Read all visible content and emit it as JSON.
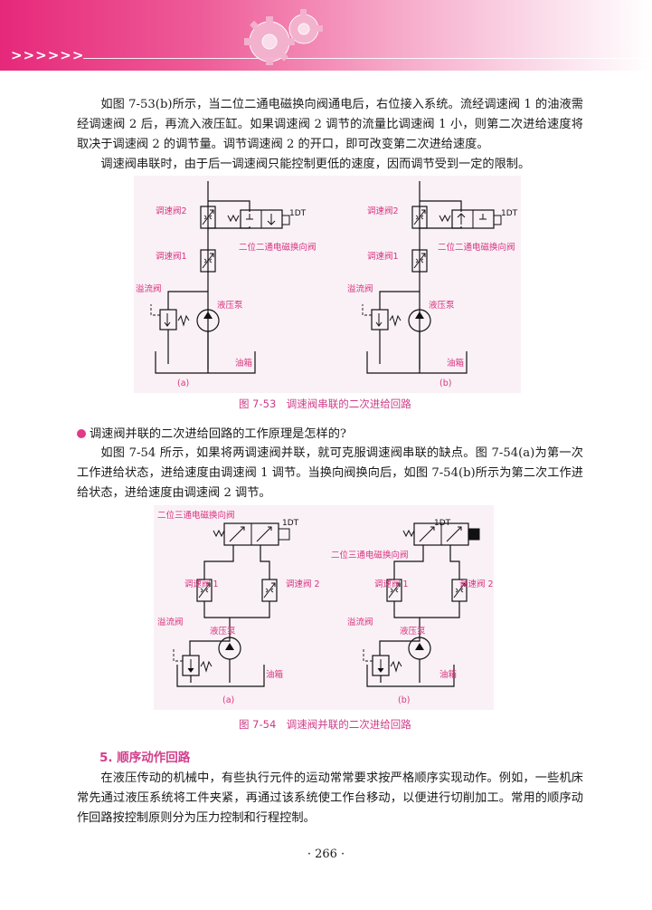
{
  "header": {
    "chevrons": ">>>>>>"
  },
  "paragraphs": {
    "p1": "如图 7-53(b)所示，当二位二通电磁换向阀通电后，右位接入系统。流经调速阀 1 的油液需经调速阀 2 后，再流入液压缸。如果调速阀 2 调节的流量比调速阀 1 小，则第二次进给速度将取决于调速阀 2 的调节量。调节调速阀 2 的开口，即可改变第二次进给速度。",
    "p2": "调速阀串联时，由于后一调速阀只能控制更低的速度，因而调节受到一定的限制。",
    "q1": "调速阀并联的二次进给回路的工作原理是怎样的?",
    "p3": "如图 7-54 所示，如果将两调速阀并联，就可克服调速阀串联的缺点。图 7-54(a)为第一次工作进给状态，进给速度由调速阀 1 调节。当换向阀换向后，如图 7-54(b)所示为第二次工作进给状态，进给速度由调速阀 2 调节。",
    "section": "5. 顺序动作回路",
    "p4": "在液压传动的机械中，有些执行元件的运动常常要求按严格顺序实现动作。例如，一些机床常先通过液压系统将工件夹紧，再通过该系统使工作台移动，以便进行切削加工。常用的顺序动作回路按控制原则分为压力控制和行程控制。"
  },
  "fig53": {
    "caption": "图 7-53　调速阀串联的二次进给回路",
    "a": {
      "valve2": "调速阀2",
      "valve1": "调速阀1",
      "relief": "溢流阀",
      "pump": "液压泵",
      "dir_valve": "二位二通电磁换向阀",
      "solenoid": "1DT",
      "tank": "油箱",
      "sub": "(a)"
    },
    "b": {
      "valve2": "调速阀2",
      "valve1": "调速阀1",
      "relief": "溢流阀",
      "pump": "液压泵",
      "dir_valve": "二位二通电磁换向阀",
      "solenoid": "1DT",
      "tank": "油箱",
      "sub": "(b)"
    }
  },
  "fig54": {
    "caption": "图 7-54　调速阀并联的二次进给回路",
    "a": {
      "dir_valve": "二位三通电磁换向阀",
      "solenoid": "1DT",
      "valve1": "调速阀 1",
      "valve2": "调速阀 2",
      "relief": "溢流阀",
      "pump": "液压泵",
      "tank": "油箱",
      "sub": "(a)"
    },
    "b": {
      "dir_valve": "二位三通电磁换向阀",
      "solenoid": "1DT",
      "valve1": "调速阀 1",
      "valve2": "调速阀 2",
      "relief": "溢流阀",
      "pump": "液压泵",
      "tank": "油箱",
      "sub": "(b)"
    }
  },
  "page_number": "· 266 ·",
  "colors": {
    "accent": "#e23a87",
    "label": "#d9337f",
    "figure_bg": "#f9f1f6"
  }
}
